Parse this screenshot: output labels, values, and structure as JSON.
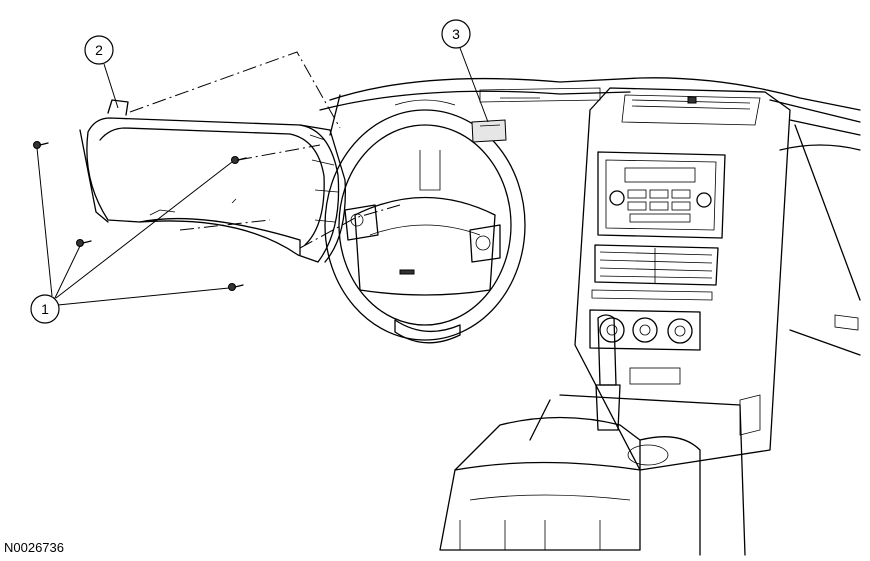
{
  "figure_id": "N0026736",
  "callouts": [
    {
      "label": "1"
    },
    {
      "label": "2"
    },
    {
      "label": "3"
    }
  ]
}
